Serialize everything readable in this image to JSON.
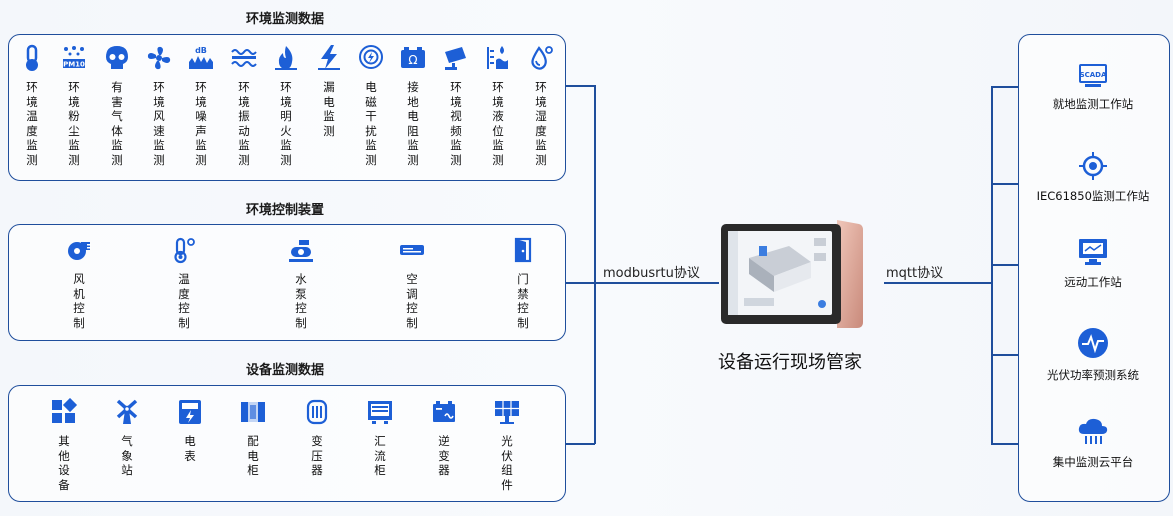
{
  "sections": {
    "env_monitor": {
      "title": "环境监测数据",
      "items": [
        {
          "label": "环境温度监测",
          "icon": "thermometer-icon"
        },
        {
          "label": "环境粉尘监测",
          "icon": "pm10-icon"
        },
        {
          "label": "有害气体监测",
          "icon": "skull-icon"
        },
        {
          "label": "环境风速监测",
          "icon": "fan-icon"
        },
        {
          "label": "环境噪声监测",
          "icon": "noise-db-icon"
        },
        {
          "label": "环境振动监测",
          "icon": "vibration-icon"
        },
        {
          "label": "环境明火监测",
          "icon": "fire-icon"
        },
        {
          "label": "漏电监测",
          "icon": "lightning-icon"
        },
        {
          "label": "电磁干扰监测",
          "icon": "emi-icon"
        },
        {
          "label": "接地电阻监测",
          "icon": "ohm-icon"
        },
        {
          "label": "环境视频监测",
          "icon": "camera-icon"
        },
        {
          "label": "环境液位监测",
          "icon": "water-level-icon"
        },
        {
          "label": "环境湿度监测",
          "icon": "humidity-icon"
        }
      ]
    },
    "env_control": {
      "title": "环境控制装置",
      "items": [
        {
          "label": "风机控制",
          "icon": "blower-icon"
        },
        {
          "label": "温度控制",
          "icon": "thermo-control-icon"
        },
        {
          "label": "水泵控制",
          "icon": "pump-icon"
        },
        {
          "label": "空调控制",
          "icon": "air-conditioner-icon"
        },
        {
          "label": "门禁控制",
          "icon": "door-icon"
        }
      ]
    },
    "equip_monitor": {
      "title": "设备监测数据",
      "items": [
        {
          "label": "其他设备",
          "icon": "grid-icon"
        },
        {
          "label": "气象站",
          "icon": "windmill-icon"
        },
        {
          "label": "电表",
          "icon": "meter-icon"
        },
        {
          "label": "配电柜",
          "icon": "cabinet-icon"
        },
        {
          "label": "变压器",
          "icon": "transformer-icon"
        },
        {
          "label": "汇流柜",
          "icon": "combiner-icon"
        },
        {
          "label": "逆变器",
          "icon": "inverter-icon"
        },
        {
          "label": "光伏组件",
          "icon": "solar-panel-icon"
        }
      ]
    }
  },
  "protocols": {
    "left": "modbusrtu协议",
    "right": "mqtt协议"
  },
  "device": {
    "label": "设备运行现场管家"
  },
  "right_items": [
    {
      "label": "就地监测工作站",
      "icon": "scada-icon",
      "icon_text": "SCADA"
    },
    {
      "label": "IEC61850监测工作站",
      "icon": "target-icon"
    },
    {
      "label": "远动工作站",
      "icon": "monitor-icon"
    },
    {
      "label": "光伏功率预测系统",
      "icon": "pulse-icon"
    },
    {
      "label": "集中监测云平台",
      "icon": "cloud-icon"
    }
  ],
  "colors": {
    "accent": "#1d5fd6",
    "line": "#1f4e9c",
    "device": "#d9a597"
  }
}
